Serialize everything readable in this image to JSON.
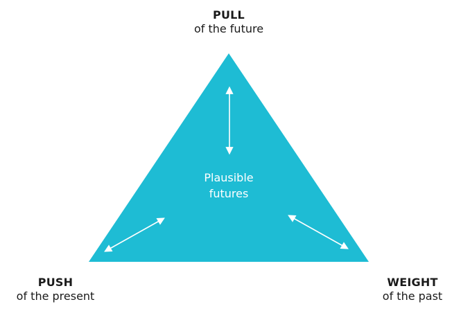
{
  "forces": {
    "top": {
      "title": "PULL",
      "subtitle": "of the future"
    },
    "left": {
      "title": "PUSH",
      "subtitle": "of the present"
    },
    "right": {
      "title": "WEIGHT",
      "subtitle": "of the past"
    }
  },
  "center": {
    "line1": "Plausible",
    "line2": "futures"
  },
  "colors": {
    "triangle": "#1ebcd4",
    "arrow": "#ffffff",
    "text": "#1a1a1a"
  }
}
